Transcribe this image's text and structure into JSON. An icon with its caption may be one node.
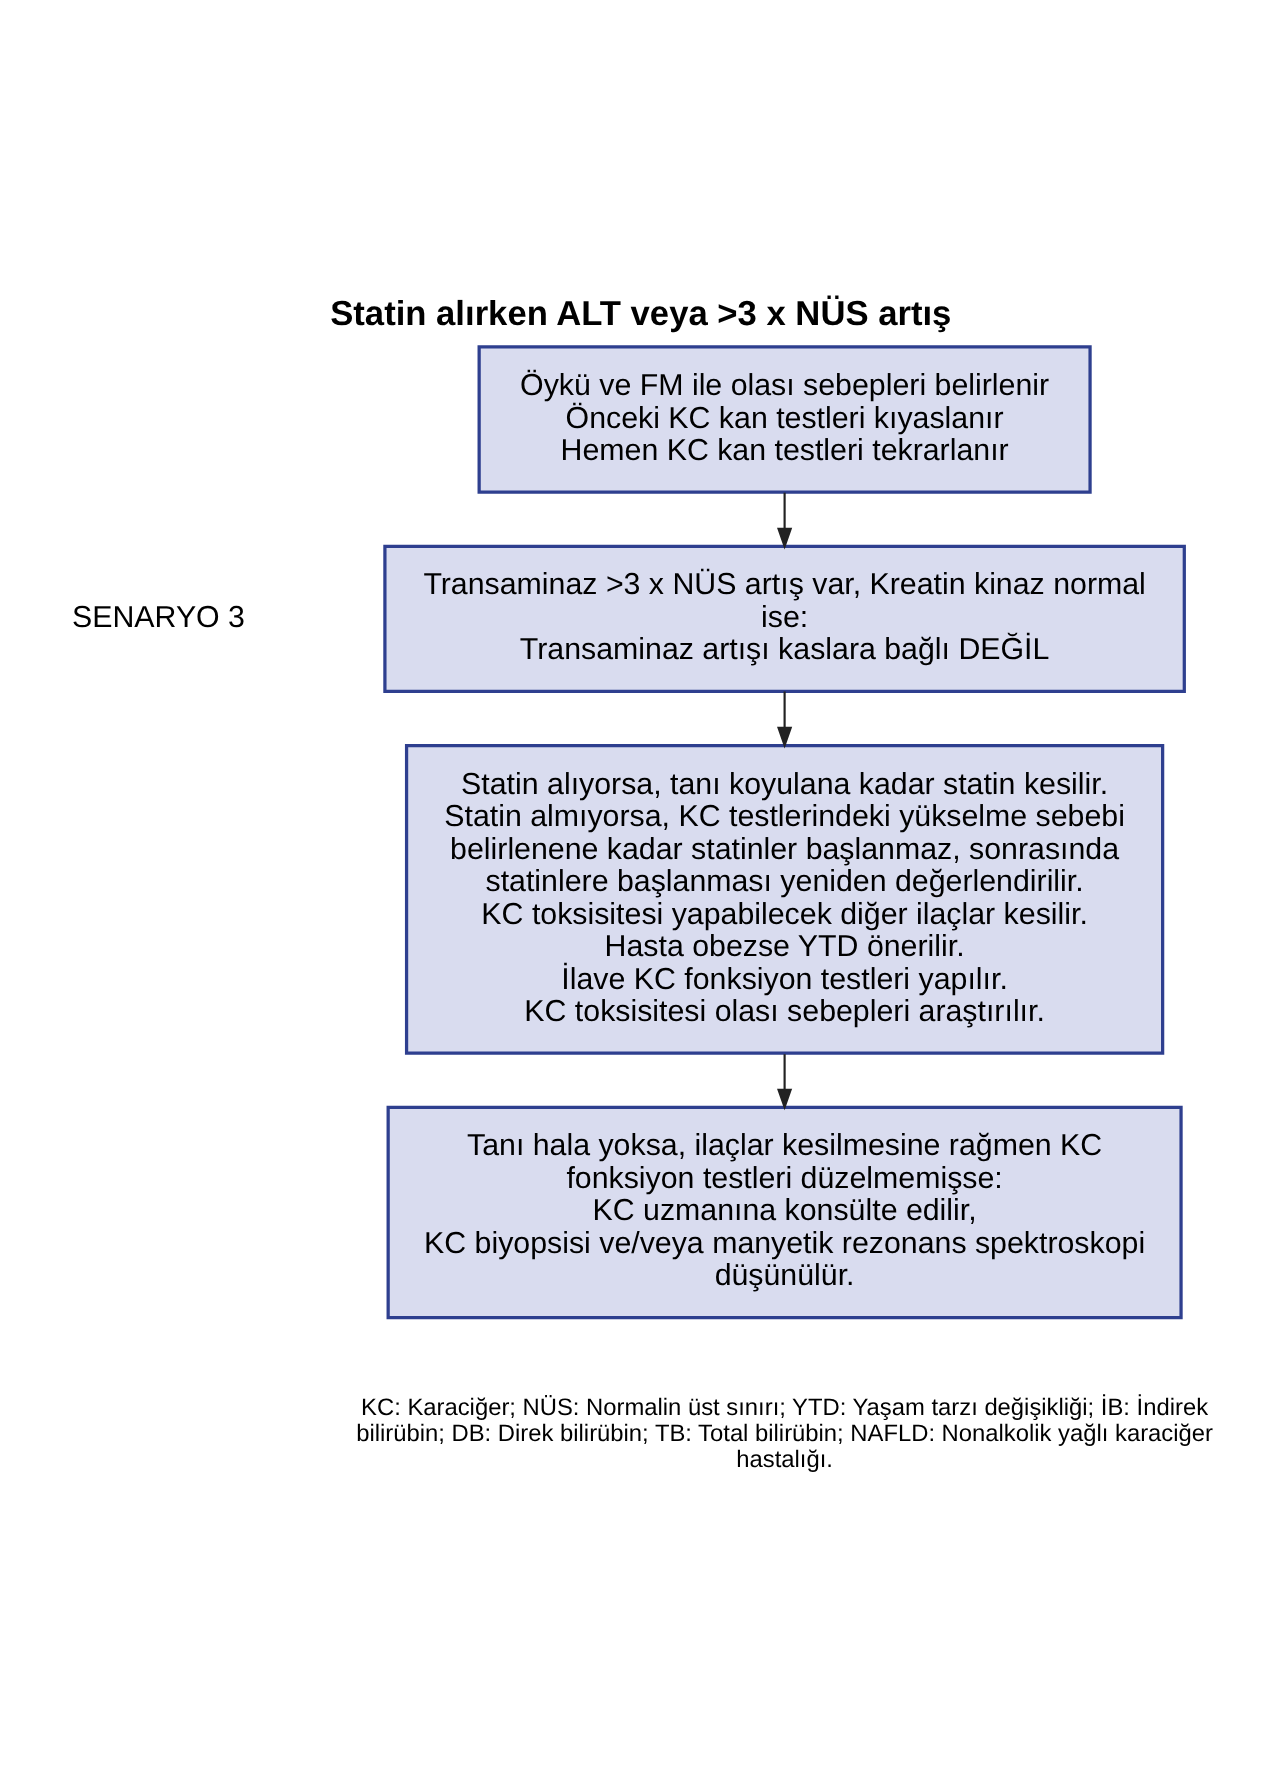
{
  "diagram": {
    "title": "Statin alırken ALT veya >3 x NÜS artış",
    "caption": "KC: Karaciğer; NÜS: Normalin üst sınırı; YTD: Yaşam tarzı değişikliği; İB: İndirek bilirübin; DB: Direk bilirübin; TB: Total bilirübin; NAFLD: Nonalkolik yağlı karaciğer hastalığı.",
    "nodes": [
      {
        "text": [
          "Öykü ve FM ile olası sebepleri belirlenir",
          "Önceki KC kan testleri kıyaslanır",
          "Hemen KC kan testleri tekrarlanır"
        ]
      },
      {
        "text": [
          "Transaminaz >3 x NÜS artış var, Kreatin kinaz normal ise:",
          "Transaminaz artışı kaslara bağlı DEĞİL"
        ]
      },
      {
        "text": [
          "Statin alıyorsa, tanı koyulana kadar statin kesilir.",
          "Statin almıyorsa, KC testlerindeki yükselme sebebi belirlenene kadar statinler başlanmaz, sonrasında statinlere başlanması yeniden değerlendirilir.",
          "KC toksisitesi yapabilecek diğer ilaçlar kesilir.",
          "Hasta obezse YTD önerilir.",
          "İlave KC fonksiyon testleri yapılır.",
          "KC toksisitesi olası sebepleri araştırılır."
        ]
      },
      {
        "text": [
          "Tanı hala yoksa, ilaçlar kesilmesine rağmen KC fonksiyon testleri düzelmemişse:",
          "KC uzmanına konsülte edilir,",
          "KC biyopsisi ve/veya manyetik rezonans spektroskopi düşünülür."
        ]
      }
    ],
    "edges": [
      {
        "from": 0,
        "to": 1,
        "arrow": "to"
      },
      {
        "from": 1,
        "to": 2,
        "arrow": "to"
      },
      {
        "from": 2,
        "to": 3,
        "arrow": "to"
      }
    ],
    "labels": [
      "SENARYO 3"
    ]
  }
}
